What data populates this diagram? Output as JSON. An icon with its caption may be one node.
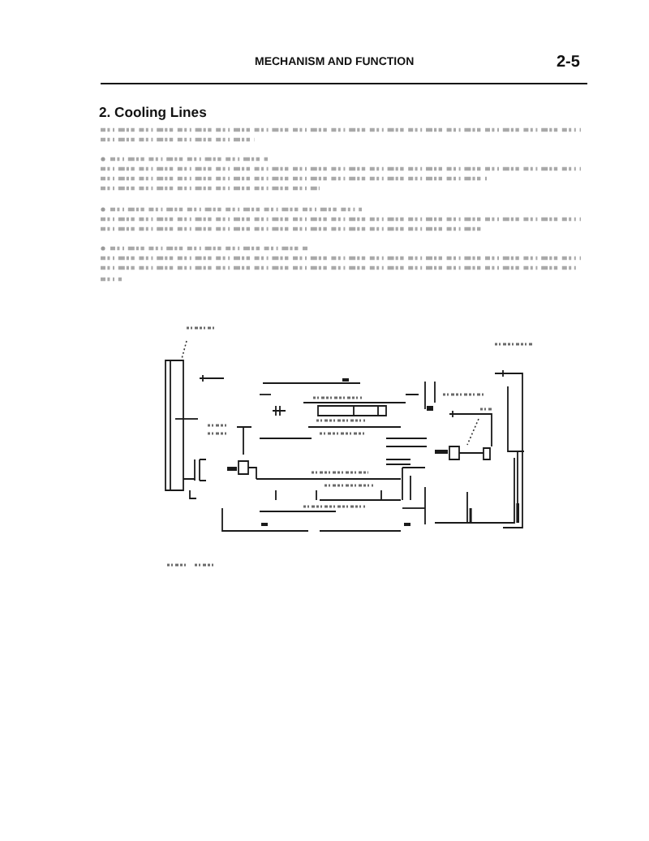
{
  "diagram": {
    "title": "2. Cooling Lines",
    "labels": [
      "MECHANISM AND FUNCTION",
      "2-5"
    ]
  }
}
